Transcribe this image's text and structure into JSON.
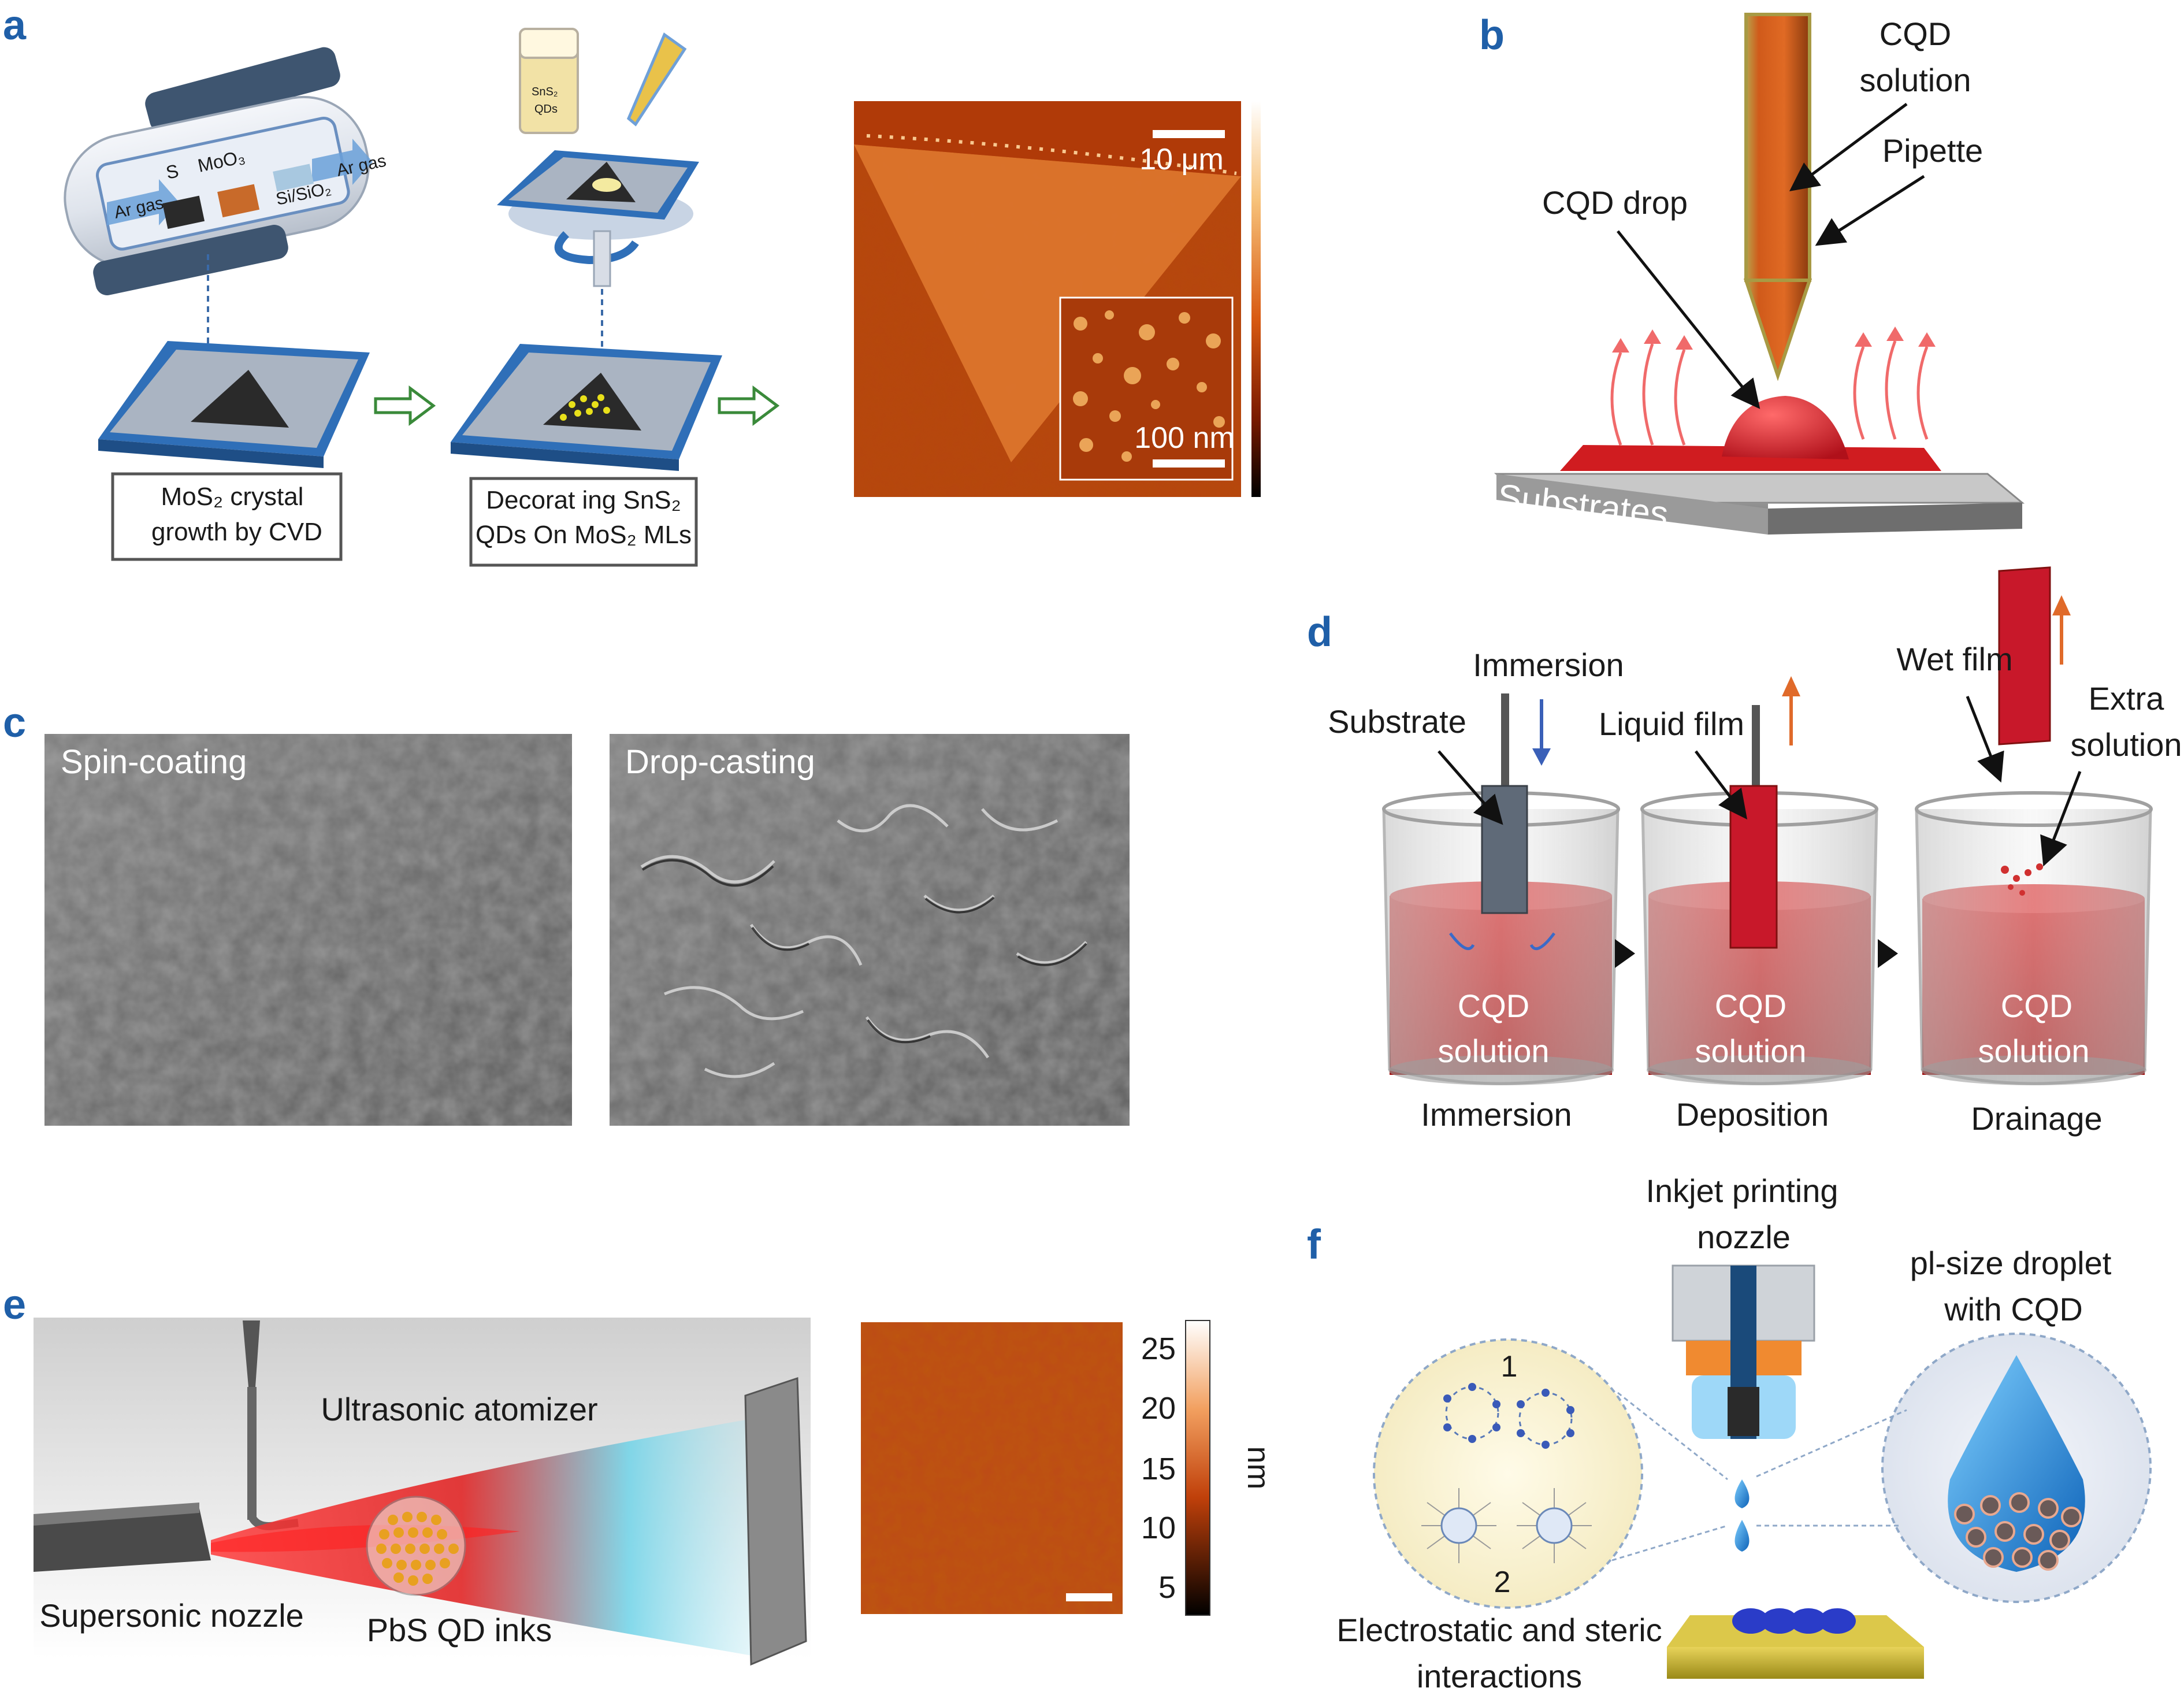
{
  "panels": {
    "a": {
      "label": "a",
      "furnace": {
        "gas_left": "Ar gas",
        "gas_right": "Ar gas",
        "s": "S",
        "moo3": "MoO₃",
        "sisio2": "Si/SiO₂"
      },
      "vial": {
        "line1": "SnS₂",
        "line2": "QDs"
      },
      "box1": {
        "line1": "MoS₂ crystal",
        "line2": "growth by CVD"
      },
      "box2": {
        "line1": "Decorat ing SnS₂",
        "line2": "QDs On MoS₂ MLs"
      },
      "scale_main": "10 μm",
      "scale_inset": "100 nm"
    },
    "b": {
      "label": "b",
      "cqd_solution_1": "CQD",
      "cqd_solution_2": "solution",
      "pipette": "Pipette",
      "cqd_drop": "CQD drop",
      "substrates": "Substrates"
    },
    "c": {
      "label": "c",
      "left_title": "Spin-coating",
      "right_title": "Drop-casting"
    },
    "d": {
      "label": "d",
      "immersion_top": "Immersion",
      "substrate": "Substrate",
      "liquid_film": "Liquid film",
      "wet_film": "Wet film",
      "extra_1": "Extra",
      "extra_2": "solution",
      "beaker_text_1": "CQD",
      "beaker_text_2": "solution",
      "step1": "Immersion",
      "step2": "Deposition",
      "step3": "Drainage"
    },
    "e": {
      "label": "e",
      "ultrasonic": "Ultrasonic atomizer",
      "supersonic": "Supersonic nozzle",
      "inks": "PbS QD inks",
      "colorbar_ticks": [
        "25",
        "20",
        "15",
        "10",
        "5"
      ],
      "colorbar_unit": "nm"
    },
    "f": {
      "label": "f",
      "inkjet_1": "Inkjet printing",
      "inkjet_2": "nozzle",
      "droplet_1": "pl-size droplet",
      "droplet_2": "with CQD",
      "num1": "1",
      "num2": "2",
      "electro_1": "Electrostatic and steric",
      "electro_2": "interactions"
    }
  }
}
